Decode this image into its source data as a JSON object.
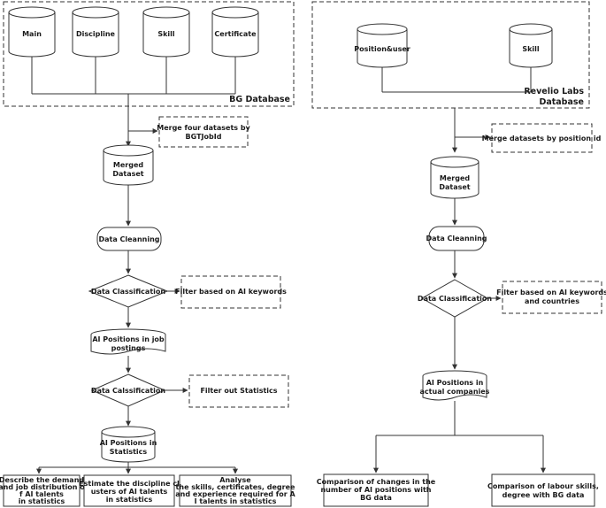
{
  "left": {
    "database_title": "BG Database",
    "cylinders": [
      "Main",
      "Discipline",
      "Skill",
      "Certificate"
    ],
    "merge_note": [
      "Merge four datasets by",
      "BGTJobId"
    ],
    "merged_dataset": [
      "Merged",
      "Dataset"
    ],
    "cleaning": "Data Cleanning",
    "classification_1": "Data Classification",
    "filter_1": "Filter based on AI keywords",
    "ai_positions_postings": [
      "AI Positions in job",
      "postings"
    ],
    "classification_2": "Data Calssification",
    "filter_2": "Filter out Statistics",
    "ai_positions_statistics": [
      "AI Positions in",
      "Statistics"
    ],
    "outputs": [
      [
        "Describe the demand",
        "and job distribution o",
        "f AI talents",
        "in statistics"
      ],
      [
        "Estimate the discipline cl",
        "usters of AI talents",
        "in statistics"
      ],
      [
        "Analyse",
        "the skills, certificates, degree",
        "and experience required for A",
        "I talents in statistics"
      ]
    ]
  },
  "right": {
    "database_title": [
      "Revelio Labs",
      "Database"
    ],
    "cylinders": [
      "Position&user",
      "Skill"
    ],
    "merge_note": "Merge datasets by position id",
    "merged_dataset": [
      "Merged",
      "Dataset"
    ],
    "cleaning": "Data Cleanning",
    "classification": "Data Classification",
    "filter": [
      "Filter based on AI keywords",
      "and countries"
    ],
    "ai_positions_companies": [
      "AI Positions in",
      "actual companies"
    ],
    "outputs": [
      [
        "Comparison of changes in the",
        "number of AI positions with",
        "BG data"
      ],
      [
        "Comparison of labour skills,",
        "degree with BG data"
      ]
    ]
  }
}
